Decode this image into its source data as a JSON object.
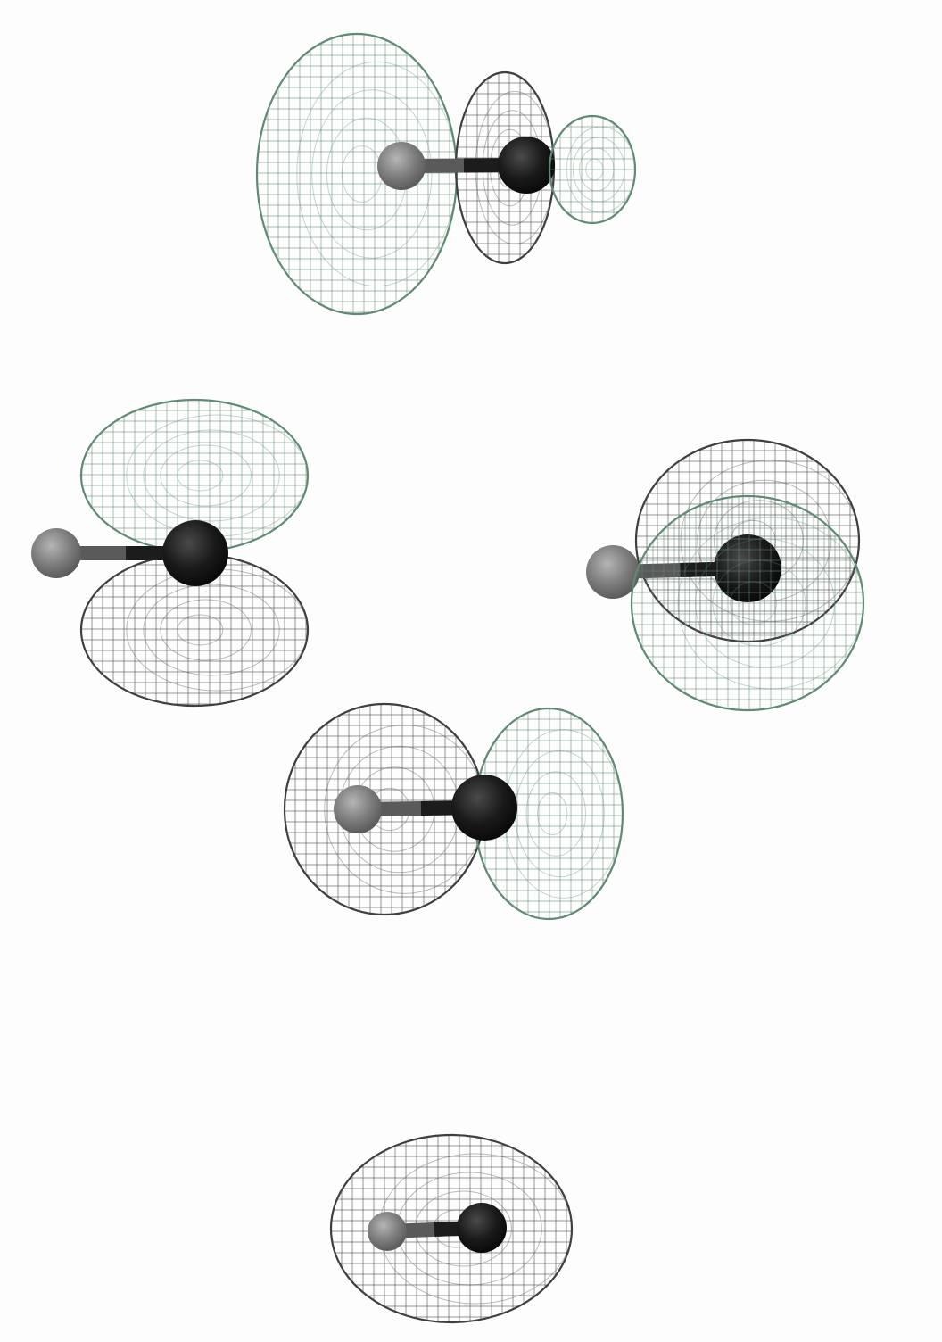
{
  "colors": {
    "background": "#fdfdfd",
    "positive_lobe": "#5f8a73",
    "negative_lobe": "#3f3f3f",
    "light_atom": "#8a8a8a",
    "heavy_atom": "#1c1c1c",
    "bond": "#5a5a5a"
  },
  "orbitals": [
    {
      "name": "orbital-top",
      "lobes": [
        "positive",
        "negative",
        "positive"
      ]
    },
    {
      "name": "orbital-pi-left",
      "lobes": [
        "positive",
        "negative"
      ]
    },
    {
      "name": "orbital-pi-right",
      "lobes": [
        "negative",
        "positive"
      ]
    },
    {
      "name": "orbital-middle",
      "lobes": [
        "negative",
        "positive"
      ]
    },
    {
      "name": "orbital-bottom",
      "lobes": [
        "negative"
      ]
    }
  ]
}
